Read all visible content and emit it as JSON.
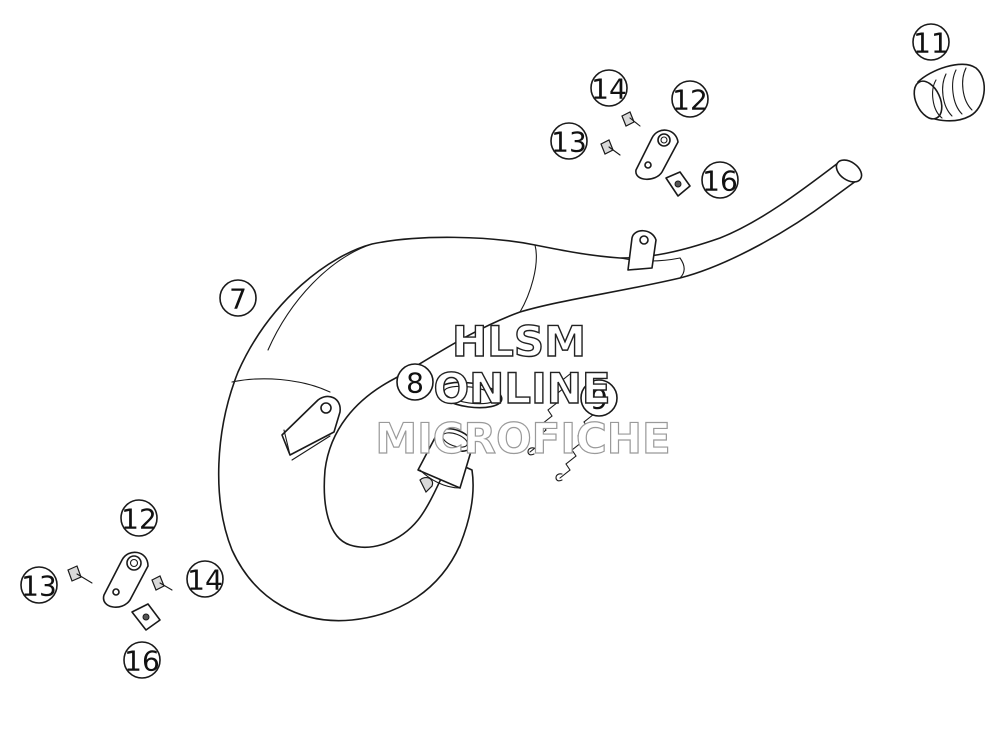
{
  "callouts": {
    "c7": "7",
    "c8": "8",
    "c9": "9",
    "c11": "11",
    "c12_top": "12",
    "c13_top": "13",
    "c14_top": "14",
    "c16_top": "16",
    "c12_bottom": "12",
    "c13_bottom": "13",
    "c14_bottom": "14",
    "c16_bottom": "16"
  },
  "watermark": {
    "line1": "HLSM",
    "line2": "ONLINE",
    "line3": "MICROFICHE"
  }
}
